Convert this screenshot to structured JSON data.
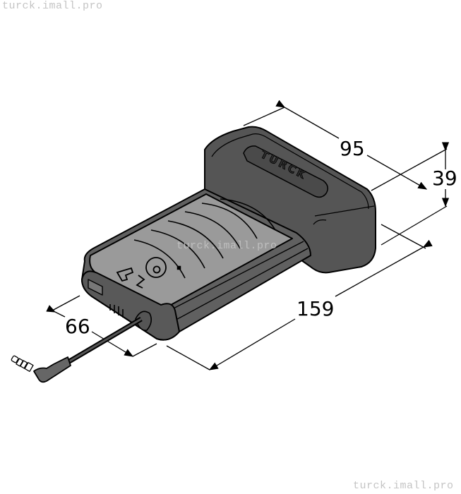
{
  "watermarks": {
    "top": "turck.imall.pro",
    "middle": "turck.imall.pro",
    "bottom": "turck.imall.pro"
  },
  "drawing": {
    "subject": "handheld RFID reader with cable and right-angle jack plug",
    "brand_label": "TURCK",
    "dimensions": {
      "width": "95",
      "height": "39",
      "length": "159",
      "front_width": "66"
    }
  },
  "colors": {
    "body_dark": "#5a5a5a",
    "body_light": "#8f8f8f",
    "outline": "#000000",
    "background": "#ffffff",
    "watermark": "#c4c4c4"
  }
}
